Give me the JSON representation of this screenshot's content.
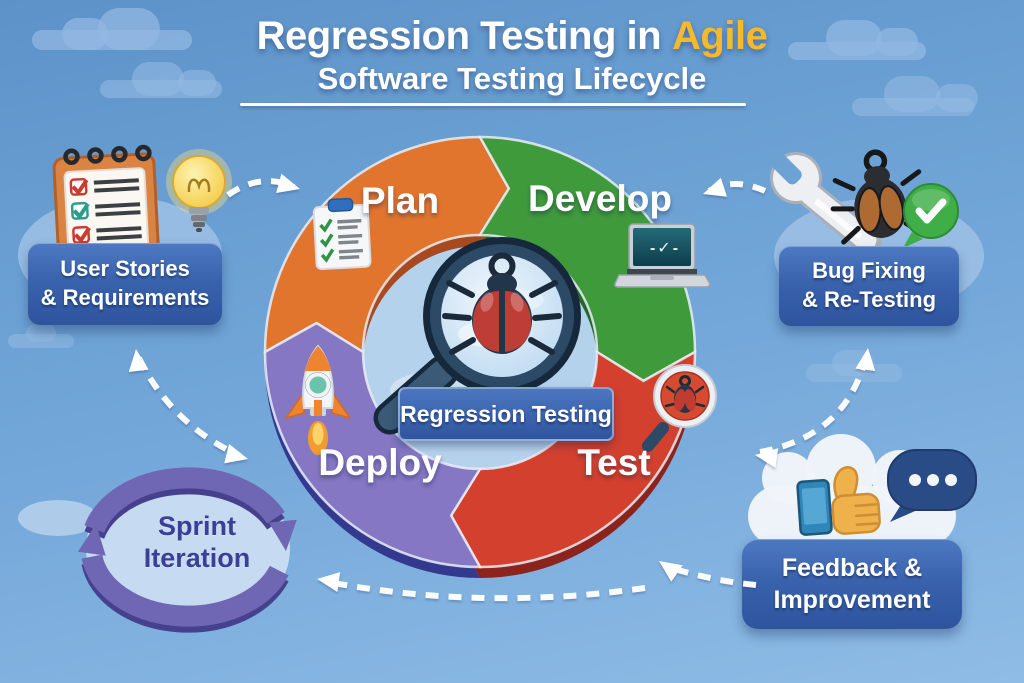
{
  "title": {
    "main": "Regression Testing in",
    "highlight": "Agile",
    "subtitle": "Software Testing Lifecycle"
  },
  "cycle": {
    "center_label": "Regression Testing",
    "screen_glyph": "-✓-",
    "phases": [
      {
        "id": "plan",
        "label": "Plan",
        "color": "#e2752e",
        "shadow": "#a8491f",
        "icon": "clipboard-checklist-icon"
      },
      {
        "id": "develop",
        "label": "Develop",
        "color": "#3f9a3c",
        "shadow": "#27662a",
        "icon": "laptop-icon"
      },
      {
        "id": "test",
        "label": "Test",
        "color": "#d4402e",
        "shadow": "#8c241d",
        "icon": "bug-magnifier-icon"
      },
      {
        "id": "deploy",
        "label": "Deploy",
        "color": "#8577c4",
        "shadow": "#33398e",
        "icon": "rocket-icon"
      }
    ]
  },
  "callouts": {
    "user_stories": {
      "line1": "User Stories",
      "line2": "& Requirements",
      "icons": [
        "clipboard-icon",
        "lightbulb-icon"
      ]
    },
    "bug_fixing": {
      "line1": "Bug Fixing",
      "line2": "& Re-Testing",
      "icons": [
        "wrench-icon",
        "bug-icon",
        "check-bubble-icon"
      ]
    },
    "feedback": {
      "line1": "Feedback &",
      "line2": "Improvement",
      "icons": [
        "phone-icon",
        "thumbs-up-icon",
        "chat-bubble-icon"
      ]
    },
    "sprint": {
      "line1": "Sprint",
      "line2": "Iteration",
      "icons": [
        "loop-arrows-icon"
      ]
    }
  },
  "colors": {
    "sky": "#73a7d9",
    "accent_yellow": "#f5b92c",
    "label_box_blue": "#3a63ad",
    "banner_blue": "#3c63ab",
    "plan_orange": "#e2752e",
    "develop_green": "#3f9a3c",
    "test_red": "#d4402e",
    "deploy_purple": "#8577c4",
    "sprint_purple": "#6f67b4",
    "arrow_white": "#ffffff"
  }
}
